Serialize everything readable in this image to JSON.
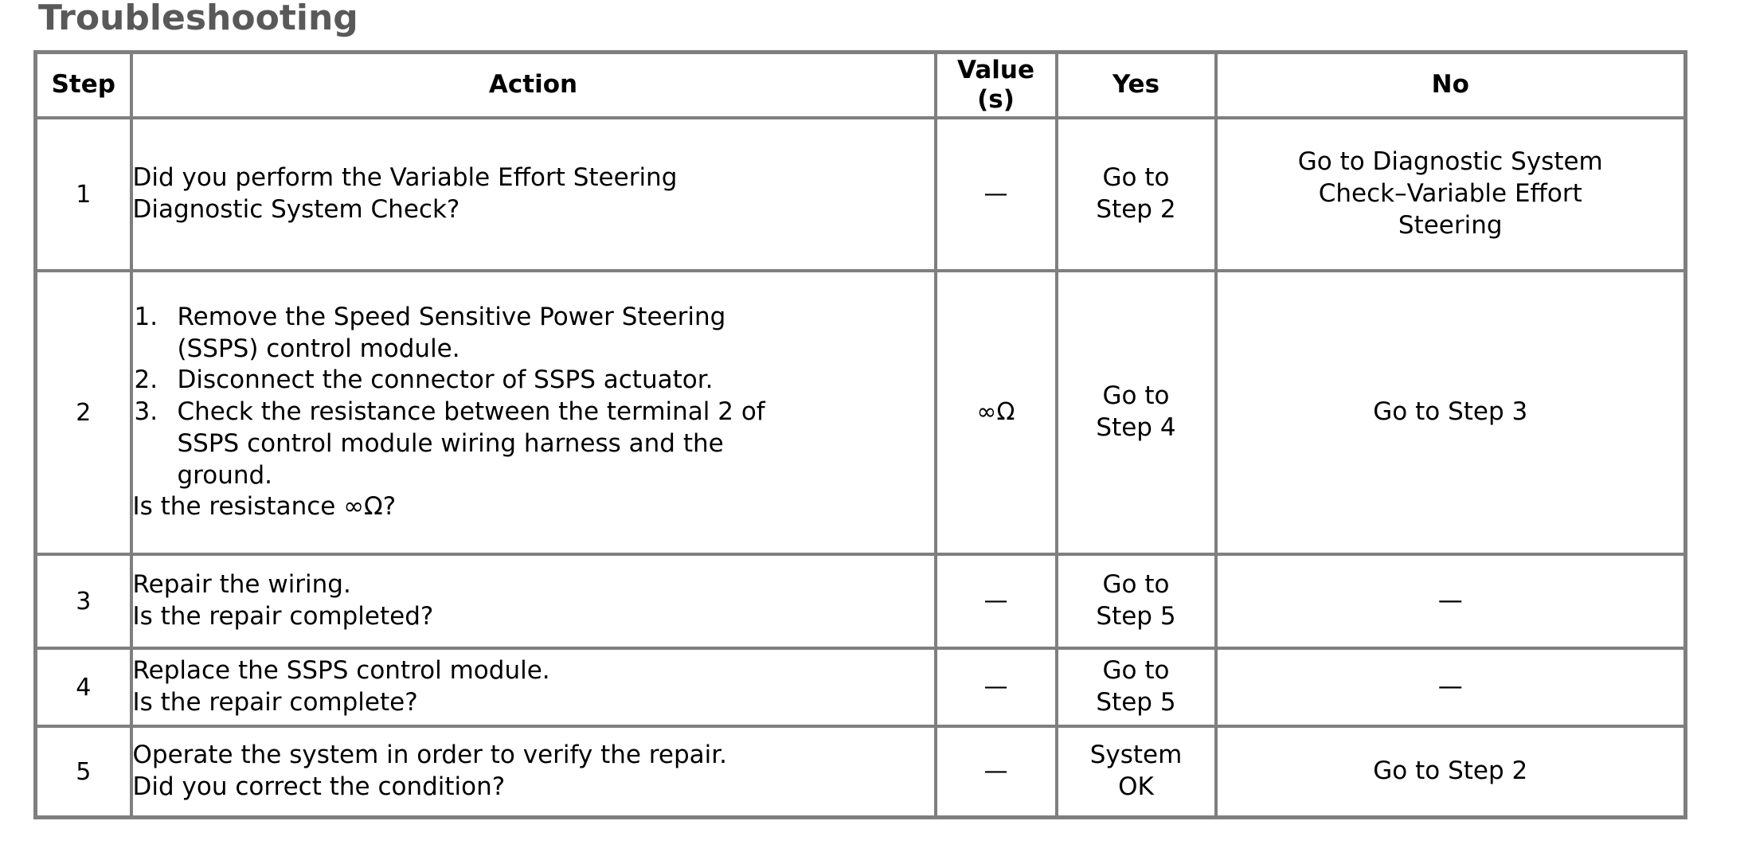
{
  "title": "Troubleshooting",
  "table": {
    "columns": [
      {
        "key": "step",
        "label": "Step"
      },
      {
        "key": "action",
        "label": "Action"
      },
      {
        "key": "value",
        "label": "Value\n(s)"
      },
      {
        "key": "yes",
        "label": "Yes"
      },
      {
        "key": "no",
        "label": "No"
      }
    ],
    "header": {
      "step": "Step",
      "action": "Action",
      "value_line1": "Value",
      "value_line2": "(s)",
      "yes": "Yes",
      "no": "No"
    },
    "rows": [
      {
        "step": "1",
        "action_type": "plain",
        "action_text": "Did you perform the Variable Effort Steering\nDiagnostic System Check?",
        "value": "—",
        "yes": "Go to\nStep 2",
        "no": "Go to Diagnostic System\nCheck–Variable Effort\nSteering"
      },
      {
        "step": "2",
        "action_type": "list",
        "action_items": [
          "Remove the Speed Sensitive Power Steering\n(SSPS) control module.",
          "Disconnect the connector of SSPS actuator.",
          "Check the resistance between the terminal 2 of\nSSPS control module wiring harness and the\nground."
        ],
        "action_tail": "Is the resistance ∞Ω?",
        "value": "∞Ω",
        "yes": "Go to\nStep 4",
        "no": "Go to Step 3"
      },
      {
        "step": "3",
        "action_type": "plain",
        "action_text": "Repair the wiring.\nIs the repair completed?",
        "value": "—",
        "yes": "Go to\nStep 5",
        "no": "—"
      },
      {
        "step": "4",
        "action_type": "plain",
        "action_text": "Replace the SSPS control module.\nIs the repair complete?",
        "value": "—",
        "yes": "Go to\nStep 5",
        "no": "—"
      },
      {
        "step": "5",
        "action_type": "plain",
        "action_text": "Operate the system in order to verify the repair.\nDid you correct the condition?",
        "value": "—",
        "yes": "System\nOK",
        "no": "Go to Step 2"
      }
    ]
  },
  "colors": {
    "border": "#7f7f7f",
    "title": "#595959",
    "text": "#000000",
    "background": "#ffffff"
  }
}
